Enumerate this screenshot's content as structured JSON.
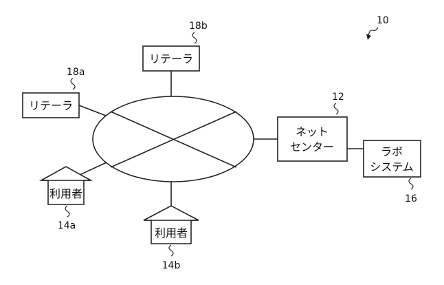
{
  "figure": {
    "ref_system": "10"
  },
  "repeaters": [
    {
      "ref": "18a",
      "label": "リテーラ"
    },
    {
      "ref": "18b",
      "label": "リテーラ"
    }
  ],
  "users": [
    {
      "ref": "14a",
      "label": "利用者"
    },
    {
      "ref": "14b",
      "label": "利用者"
    }
  ],
  "net_center": {
    "ref": "12",
    "label_line1": "ネット",
    "label_line2": "センター"
  },
  "lab_system": {
    "ref": "16",
    "label_line1": "ラボ",
    "label_line2": "システム"
  },
  "colors": {
    "stroke": "#222222",
    "fill": "#ffffff"
  }
}
